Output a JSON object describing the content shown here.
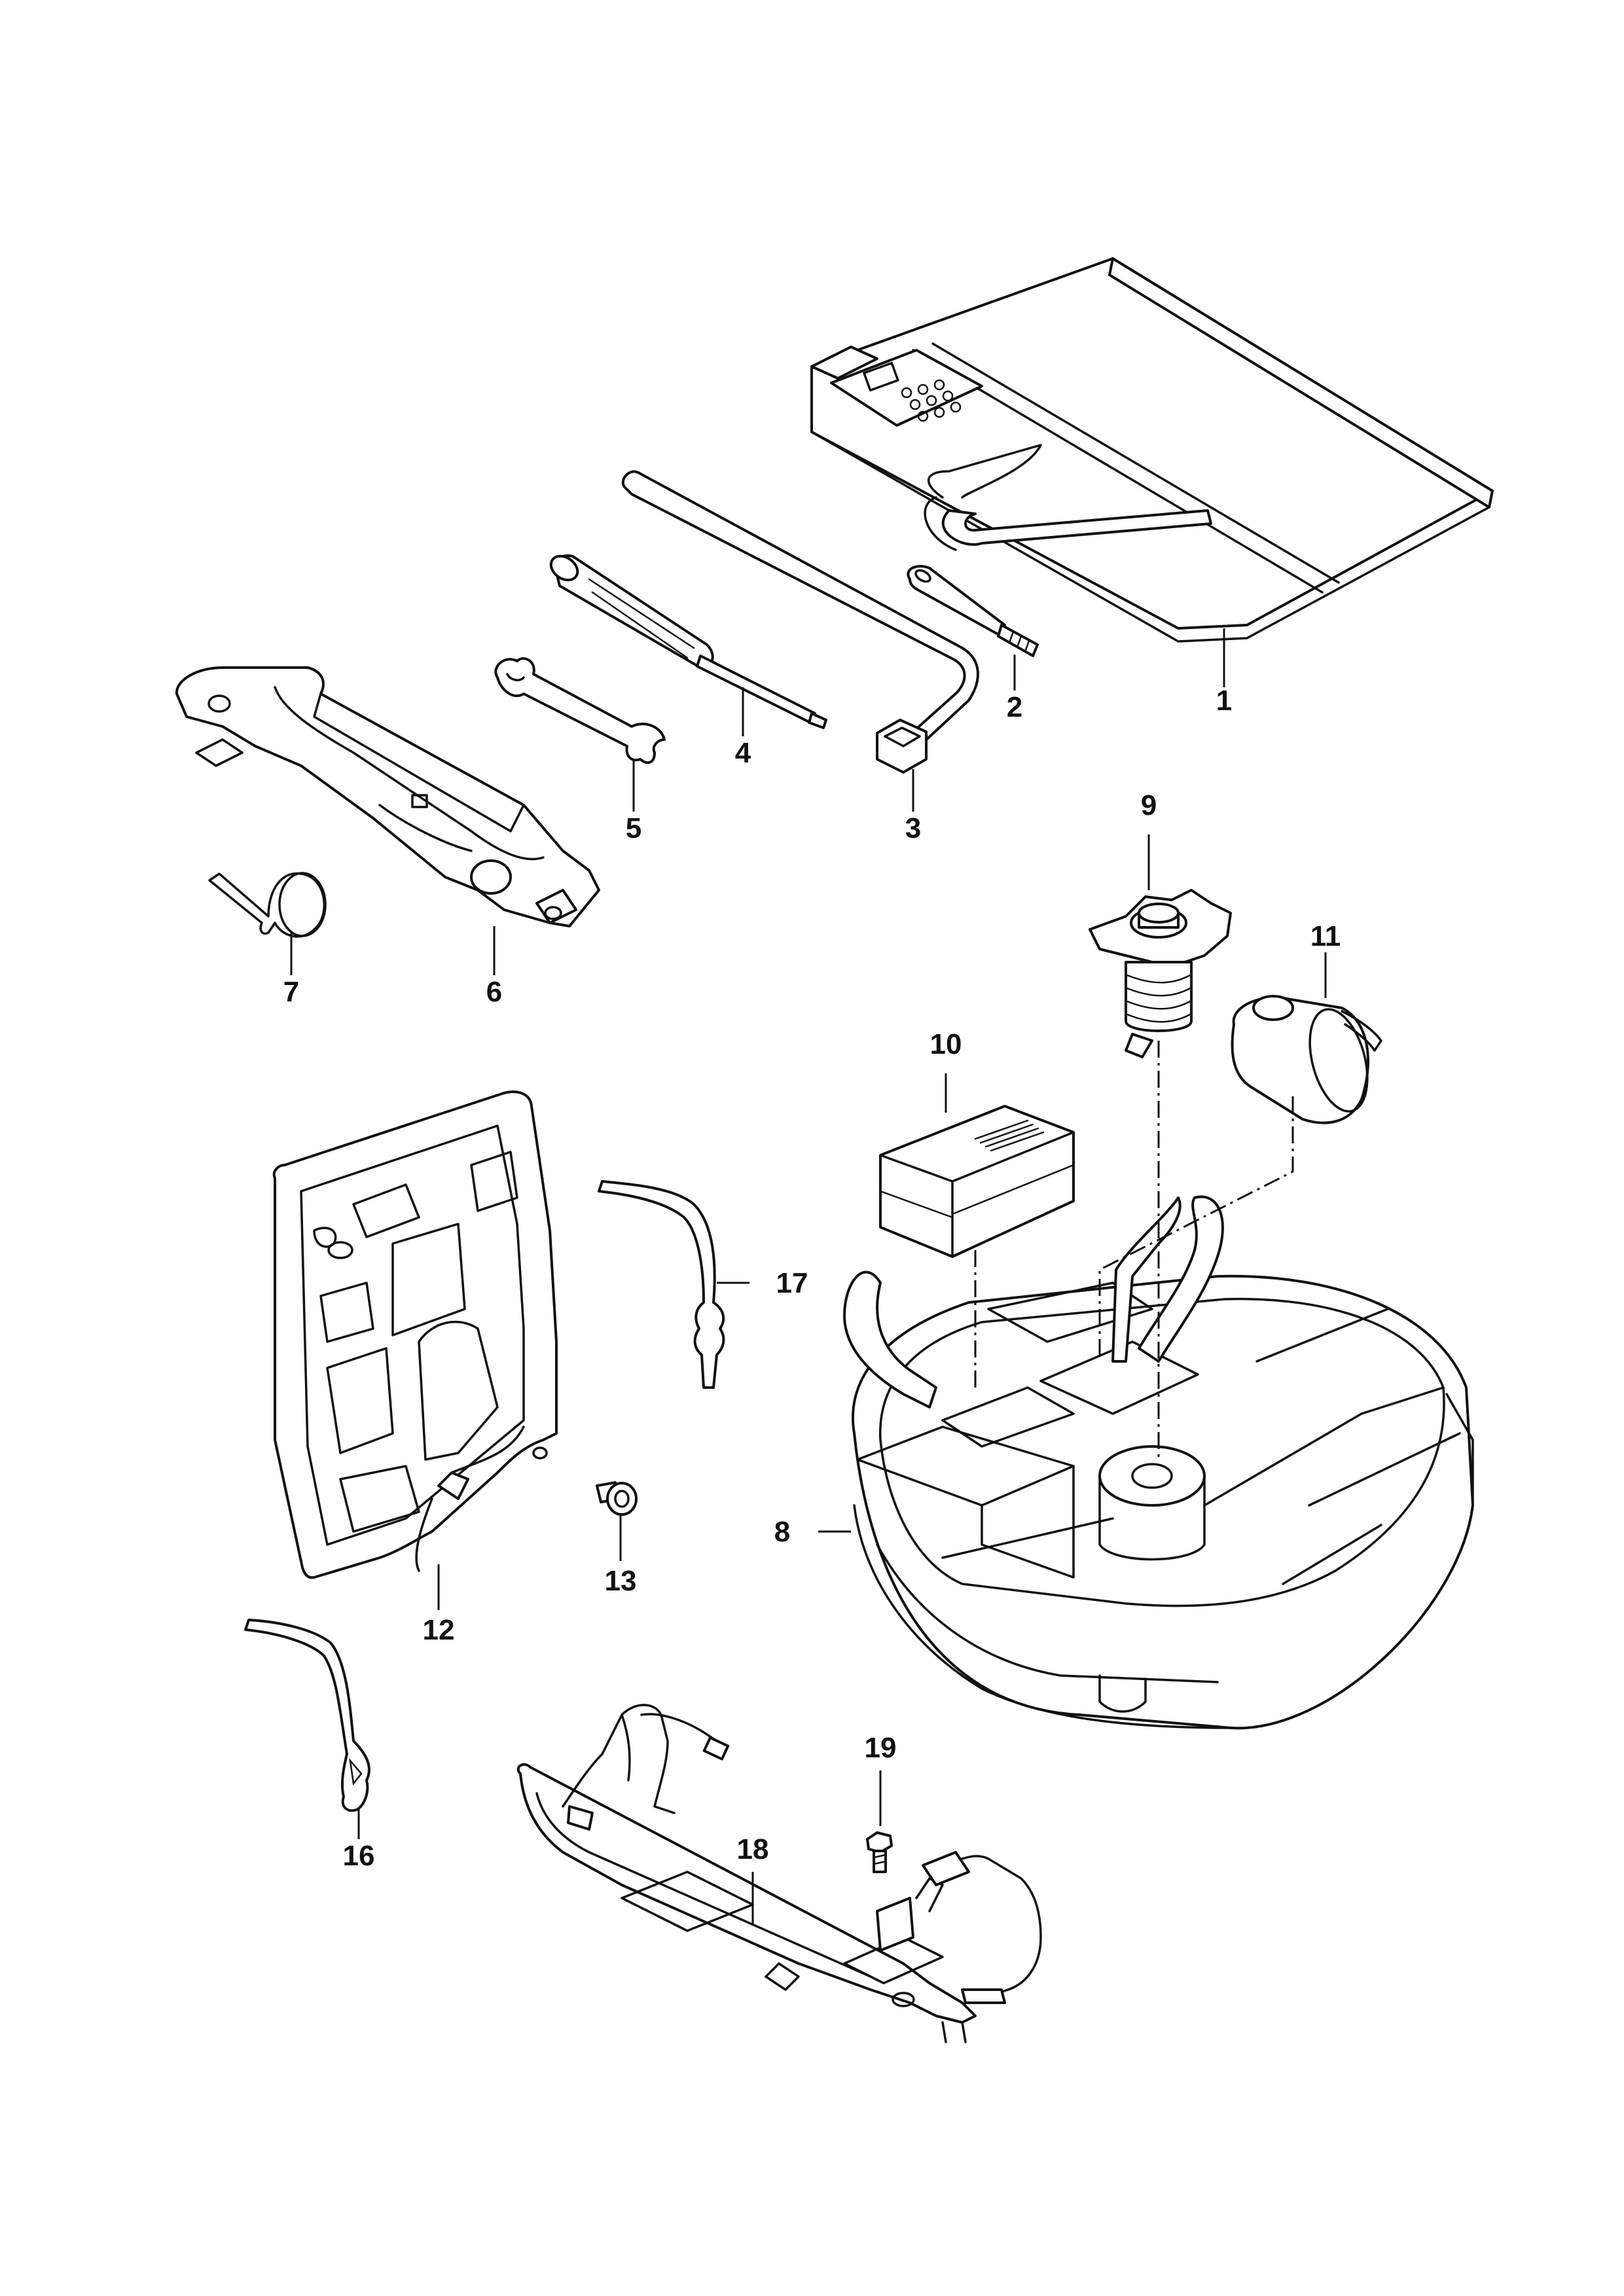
{
  "callouts": [
    {
      "id": "1",
      "label": "1"
    },
    {
      "id": "2",
      "label": "2"
    },
    {
      "id": "3",
      "label": "3"
    },
    {
      "id": "4",
      "label": "4"
    },
    {
      "id": "5",
      "label": "5"
    },
    {
      "id": "6",
      "label": "6"
    },
    {
      "id": "7",
      "label": "7"
    },
    {
      "id": "8",
      "label": "8"
    },
    {
      "id": "9",
      "label": "9"
    },
    {
      "id": "10",
      "label": "10"
    },
    {
      "id": "11",
      "label": "11"
    },
    {
      "id": "12",
      "label": "12"
    },
    {
      "id": "13",
      "label": "13"
    },
    {
      "id": "16",
      "label": "16"
    },
    {
      "id": "17",
      "label": "17"
    },
    {
      "id": "18",
      "label": "18"
    },
    {
      "id": "19",
      "label": "19"
    }
  ],
  "colors": {
    "line": "#111111",
    "background": "#ffffff"
  }
}
